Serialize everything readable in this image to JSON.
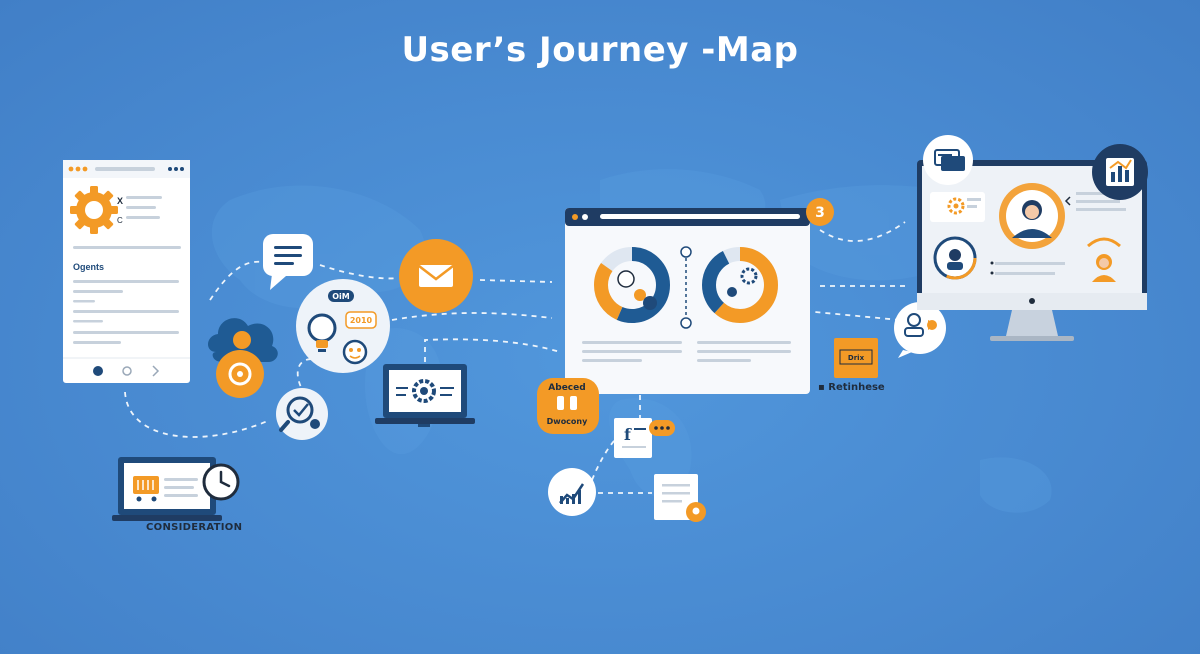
{
  "title": "User’s Journey -Map",
  "colors": {
    "background": "#4a8fd6",
    "orange": "#f39a26",
    "navy": "#1f4a7a",
    "white": "#ffffff"
  },
  "left_doc": {
    "side_x": "X",
    "side_c": "C",
    "heading": "Ogents"
  },
  "bubble": {
    "tag_om": "OiM",
    "tag_2010": "2010"
  },
  "step_badge": "3",
  "consideration_label": "CONSIDERATION",
  "advocacy_badge": {
    "line1": "Abeced",
    "line2": "Dwocony"
  },
  "retention_label": "Retinhese",
  "retention_sign": "Drix",
  "icons": [
    "gear-icon",
    "chat-icon",
    "envelope-icon",
    "cloud-icon",
    "lightbulb-icon",
    "target-icon",
    "shopping-cart-icon",
    "clock-icon",
    "laptop-icon",
    "browser-window-icon",
    "donut-chart-icon",
    "line-chart-icon",
    "document-icon",
    "location-pin-icon",
    "monitor-icon",
    "avatar-icon",
    "analytics-icon",
    "support-agent-icon"
  ]
}
